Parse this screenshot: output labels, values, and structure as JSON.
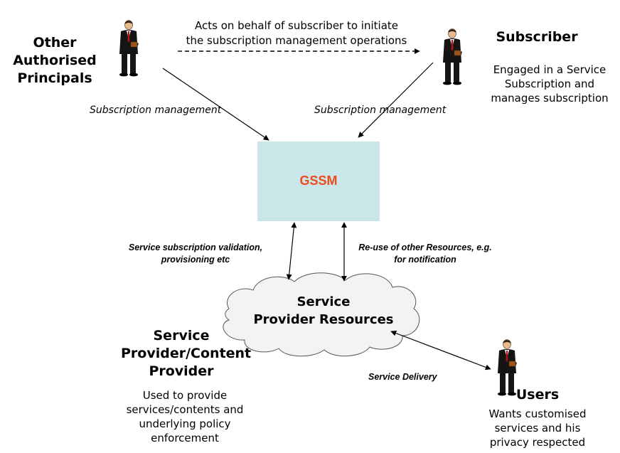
{
  "actors": {
    "other_principals": {
      "name": "Other\nAuthorised\nPrincipals"
    },
    "subscriber": {
      "name": "Subscriber",
      "description": "Engaged in a Service\nSubscription and\nmanages subscription"
    },
    "users": {
      "name": "Users",
      "description": "Wants customised\nservices and his\nprivacy respected"
    },
    "provider": {
      "name": "Service\nProvider/Content\nProvider",
      "description": "Used to provide\nservices/contents and\nunderlying policy\nenforcement"
    }
  },
  "nodes": {
    "gssm": {
      "label": "GSSM",
      "fill": "#c9e6e8",
      "text_color": "#f04a1f"
    },
    "cloud": {
      "label": "Service\nProvider Resources"
    }
  },
  "edges": {
    "behalf": "Acts on behalf of subscriber to initiate\nthe subscription management operations",
    "mgmt_left": "Subscription management",
    "mgmt_right": "Subscription management",
    "validation": "Service subscription validation,\nprovisioning etc",
    "reuse": "Re-use of other Resources, e.g.\nfor notification",
    "delivery": "Service Delivery"
  }
}
